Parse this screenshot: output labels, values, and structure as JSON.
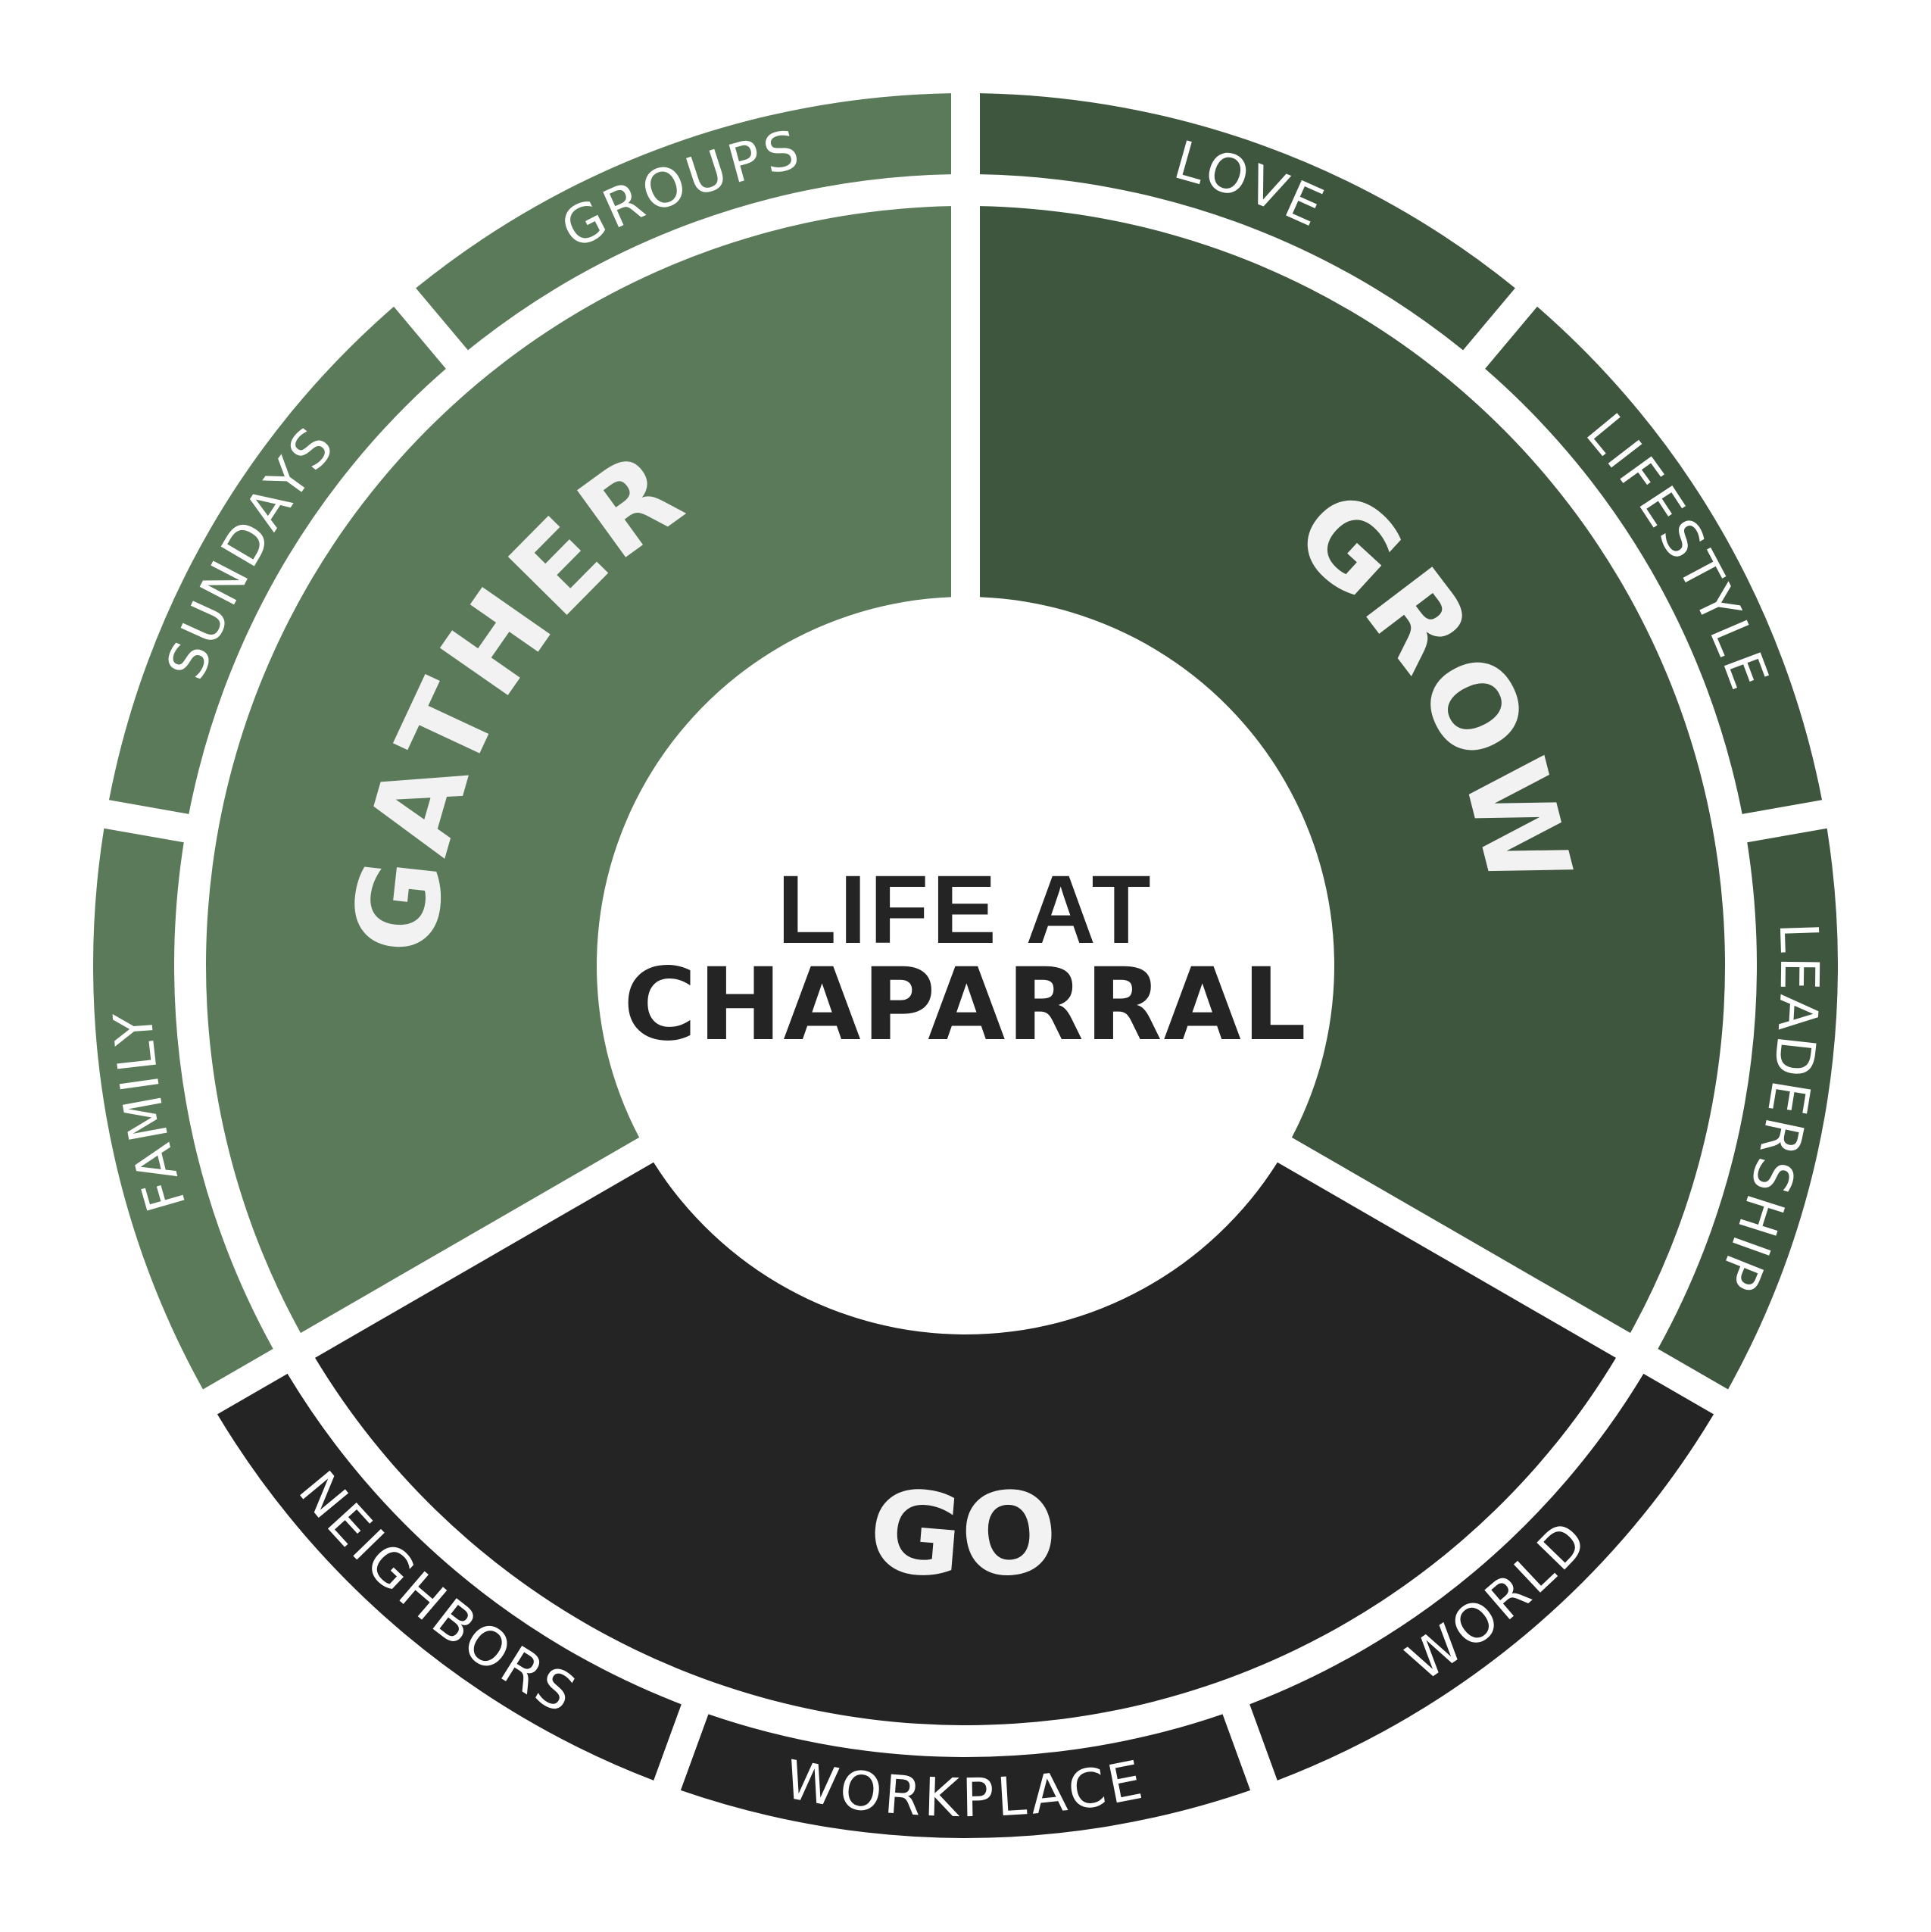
{
  "center": {
    "line1": "LIFE AT",
    "line2": "CHAPARRAL"
  },
  "colors": {
    "gather": "#5b7a5a",
    "grow": "#3d563d",
    "go": "#242424",
    "text_light": "#ffffff",
    "text_dark": "#242424"
  },
  "inner_segments": [
    {
      "key": "gather",
      "label": "GATHER"
    },
    {
      "key": "grow",
      "label": "GROW"
    },
    {
      "key": "go",
      "label": "GO"
    }
  ],
  "outer_segments": [
    {
      "key": "groups",
      "label": "GROUPS",
      "group": "gather"
    },
    {
      "key": "sundays",
      "label": "SUNDAYS",
      "group": "gather"
    },
    {
      "key": "family",
      "label": "FAMILY",
      "group": "gather"
    },
    {
      "key": "love",
      "label": "LOVE",
      "group": "grow"
    },
    {
      "key": "lifestyle",
      "label": "LIFESTYLE",
      "group": "grow"
    },
    {
      "key": "leadership",
      "label": "LEADERSHIP",
      "group": "grow"
    },
    {
      "key": "neighbors",
      "label": "NEIGHBORS",
      "group": "go"
    },
    {
      "key": "workplace",
      "label": "WORKPLACE",
      "group": "go"
    },
    {
      "key": "world",
      "label": "WORLD",
      "group": "go"
    }
  ]
}
